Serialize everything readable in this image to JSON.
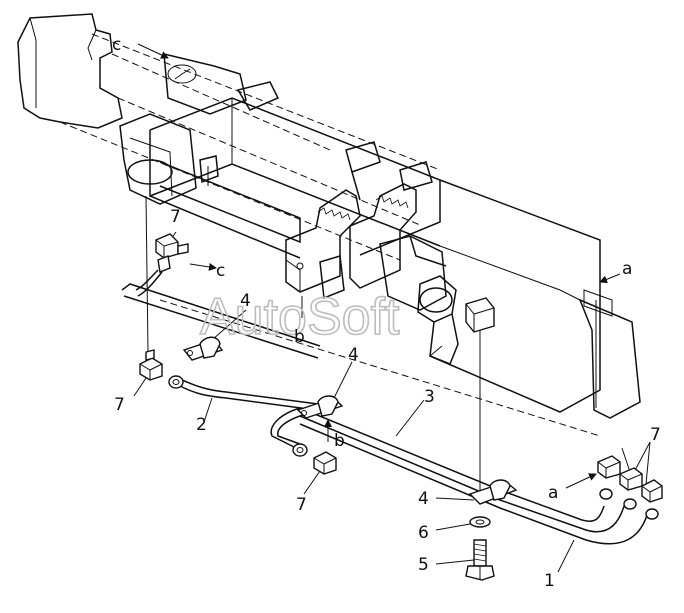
{
  "watermark": "AutoSoft",
  "callouts": {
    "c_top": "c",
    "c_mid": "c",
    "a_top": "a",
    "a_bottom": "a",
    "b_left": "b",
    "b_mid": "b",
    "n4_left": "4",
    "n4_mid": "4",
    "n4_bottom": "4",
    "n3": "3",
    "n2": "2",
    "n7_top": "7",
    "n7_left": "7",
    "n7_mid": "7",
    "n7_right": "7",
    "n6": "6",
    "n5": "5",
    "n1": "1"
  }
}
